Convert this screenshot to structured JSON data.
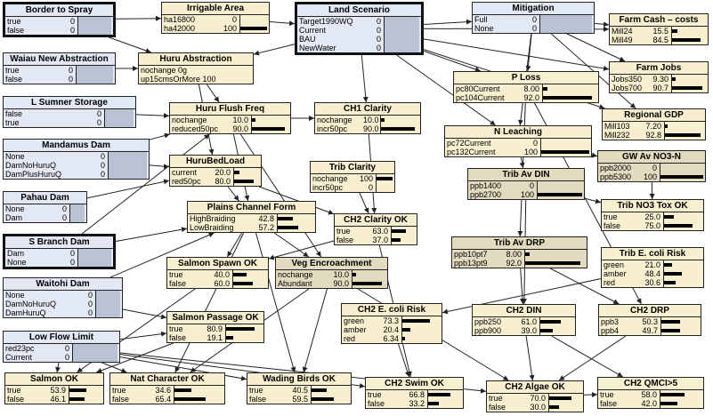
{
  "nodes": [
    {
      "id": "border",
      "title": "Border to Spray",
      "kind": "decision",
      "thick": true,
      "states": [
        {
          "label": "true",
          "value": "0"
        },
        {
          "label": "false",
          "value": "0"
        }
      ]
    },
    {
      "id": "irrigable",
      "title": "Irrigable Area",
      "kind": "chance",
      "states": [
        {
          "label": "ha16800",
          "value": "0"
        },
        {
          "label": "ha42000",
          "value": "100"
        }
      ]
    },
    {
      "id": "landscen",
      "title": "Land Scenario",
      "kind": "decision",
      "thick": true,
      "states": [
        {
          "label": "Target1990WQ",
          "value": "0"
        },
        {
          "label": "Current",
          "value": "0"
        },
        {
          "label": "BAU",
          "value": "0"
        },
        {
          "label": "NewWater",
          "value": "0"
        }
      ]
    },
    {
      "id": "mitigation",
      "title": "Mitigation",
      "kind": "decision",
      "states": [
        {
          "label": "Full",
          "value": "0"
        },
        {
          "label": "None",
          "value": "0"
        }
      ]
    },
    {
      "id": "farmcash",
      "title": "Farm Cash – costs",
      "kind": "chance",
      "states": [
        {
          "label": "Mill24",
          "value": "15.5"
        },
        {
          "label": "Mill49",
          "value": "84.5"
        }
      ]
    },
    {
      "id": "waiau",
      "title": "Waiau New Abstraction",
      "kind": "decision",
      "states": [
        {
          "label": "true",
          "value": "0"
        },
        {
          "label": "false",
          "value": "0"
        }
      ]
    },
    {
      "id": "huruabs",
      "title": "Huru Abstraction",
      "kind": "chance",
      "states": [
        {
          "label": "nochange  0g",
          "value": ""
        },
        {
          "label": "up15cmsOrMore 100",
          "value": ""
        }
      ]
    },
    {
      "id": "farmjobs",
      "title": "Farm Jobs",
      "kind": "chance",
      "states": [
        {
          "label": "Jobs350",
          "value": "9.30"
        },
        {
          "label": "Jobs700",
          "value": "90.7"
        }
      ]
    },
    {
      "id": "ploss",
      "title": "P Loss",
      "kind": "chance",
      "states": [
        {
          "label": "pc80Current",
          "value": "8.00"
        },
        {
          "label": "pc104Current",
          "value": "92.0"
        }
      ]
    },
    {
      "id": "lsumner",
      "title": "L Sumner Storage",
      "kind": "decision",
      "states": [
        {
          "label": "false",
          "value": "0"
        },
        {
          "label": "true",
          "value": "0"
        }
      ]
    },
    {
      "id": "huruflush",
      "title": "Huru Flush Freq",
      "kind": "chance",
      "states": [
        {
          "label": "nochange",
          "value": "10.0"
        },
        {
          "label": "reduced50pc",
          "value": "90.0"
        }
      ]
    },
    {
      "id": "ch1clarity",
      "title": "CH1 Clarity",
      "kind": "chance",
      "states": [
        {
          "label": "nochange",
          "value": "10.0"
        },
        {
          "label": "incr50pc",
          "value": "90.0"
        }
      ]
    },
    {
      "id": "regionalgdp",
      "title": "Regional GDP",
      "kind": "chance",
      "states": [
        {
          "label": "Mill103",
          "value": "7.20"
        },
        {
          "label": "Mill232",
          "value": "92.8"
        }
      ]
    },
    {
      "id": "nleach",
      "title": "N Leaching",
      "kind": "chance",
      "states": [
        {
          "label": "pc72Current",
          "value": "0"
        },
        {
          "label": "pc132Current",
          "value": "100"
        }
      ]
    },
    {
      "id": "mandamus",
      "title": "Mandamus Dam",
      "kind": "decision",
      "states": [
        {
          "label": "None",
          "value": "0"
        },
        {
          "label": "DamNoHuruQ",
          "value": "0"
        },
        {
          "label": "DamPlusHuruQ",
          "value": "0"
        }
      ]
    },
    {
      "id": "hurubed",
      "title": "HuruBedLoad",
      "kind": "chance",
      "states": [
        {
          "label": "current",
          "value": "20.0"
        },
        {
          "label": "red50pc",
          "value": "80.0"
        }
      ]
    },
    {
      "id": "tribclarity",
      "title": "Trib Clarity",
      "kind": "chance",
      "states": [
        {
          "label": "nochange",
          "value": "100"
        },
        {
          "label": "incr50pc",
          "value": "0"
        }
      ]
    },
    {
      "id": "gwavno3",
      "title": "GW Av NO3-N",
      "kind": "shade",
      "states": [
        {
          "label": "ppb2000",
          "value": "0"
        },
        {
          "label": "ppb5300",
          "value": "100"
        }
      ]
    },
    {
      "id": "tribavdin",
      "title": "Trib Av DIN",
      "kind": "shade",
      "states": [
        {
          "label": "ppb1400",
          "value": "0"
        },
        {
          "label": "ppb2700",
          "value": "100"
        }
      ]
    },
    {
      "id": "pahau",
      "title": "Pahau Dam",
      "kind": "decision",
      "states": [
        {
          "label": "None",
          "value": "0"
        },
        {
          "label": "Dam",
          "value": "0"
        }
      ]
    },
    {
      "id": "plains",
      "title": "Plains Channel Form",
      "kind": "chance",
      "states": [
        {
          "label": "HighBraiding",
          "value": "42.8"
        },
        {
          "label": "LowBraiding",
          "value": "57.2"
        }
      ]
    },
    {
      "id": "tribno3",
      "title": "Trib NO3 Tox OK",
      "kind": "chance",
      "states": [
        {
          "label": "true",
          "value": "25.0"
        },
        {
          "label": "false",
          "value": "75.0"
        }
      ]
    },
    {
      "id": "ch2clarity",
      "title": "CH2 Clarity OK",
      "kind": "chance",
      "states": [
        {
          "label": "true",
          "value": "63.0"
        },
        {
          "label": "false",
          "value": "37.0"
        }
      ]
    },
    {
      "id": "sbranch",
      "title": "S Branch Dam",
      "kind": "decision",
      "thick": true,
      "states": [
        {
          "label": "Dam",
          "value": "0"
        },
        {
          "label": "None",
          "value": "0"
        }
      ]
    },
    {
      "id": "tribavdrp",
      "title": "Trib Av DRP",
      "kind": "shade",
      "states": [
        {
          "label": "ppb10pt7",
          "value": "8.00"
        },
        {
          "label": "ppb13pt9",
          "value": "92.0"
        }
      ]
    },
    {
      "id": "tribecoli",
      "title": "Trib E. coli Risk",
      "kind": "chance",
      "states": [
        {
          "label": "green",
          "value": "21.0"
        },
        {
          "label": "amber",
          "value": "48.4"
        },
        {
          "label": "red",
          "value": "30.6"
        }
      ]
    },
    {
      "id": "salmonspawn",
      "title": "Salmon Spawn OK",
      "kind": "chance",
      "states": [
        {
          "label": "true",
          "value": "40.0"
        },
        {
          "label": "false",
          "value": "60.0"
        }
      ]
    },
    {
      "id": "vegenc",
      "title": "Veg Encroachment",
      "kind": "shade",
      "states": [
        {
          "label": "nochange",
          "value": "10.0"
        },
        {
          "label": "Abundant",
          "value": "90.0"
        }
      ]
    },
    {
      "id": "waitohi",
      "title": "Waitohi Dam",
      "kind": "decision",
      "states": [
        {
          "label": "None",
          "value": "0"
        },
        {
          "label": "DamNoHuruQ",
          "value": "0"
        },
        {
          "label": "DamHuruQ",
          "value": "0"
        }
      ]
    },
    {
      "id": "ch2ecoli",
      "title": "CH2 E. coli Risk",
      "kind": "chance",
      "states": [
        {
          "label": "green",
          "value": "73.3"
        },
        {
          "label": "amber",
          "value": "20.4"
        },
        {
          "label": "red",
          "value": "6.34"
        }
      ]
    },
    {
      "id": "ch2din",
      "title": "CH2 DIN",
      "kind": "chance",
      "states": [
        {
          "label": "ppb250",
          "value": "61.0"
        },
        {
          "label": "ppb900",
          "value": "39.0"
        }
      ]
    },
    {
      "id": "ch2drp",
      "title": "CH2 DRP",
      "kind": "chance",
      "states": [
        {
          "label": "ppb3",
          "value": "50.3"
        },
        {
          "label": "ppb4",
          "value": "49.7"
        }
      ]
    },
    {
      "id": "salmonpass",
      "title": "Salmon Passage OK",
      "kind": "chance",
      "states": [
        {
          "label": "true",
          "value": "80.9"
        },
        {
          "label": "false",
          "value": "19.1"
        }
      ]
    },
    {
      "id": "lowflow",
      "title": "Low Flow Limit",
      "kind": "decision",
      "states": [
        {
          "label": "red23pc",
          "value": "0"
        },
        {
          "label": "Current",
          "value": "0"
        }
      ]
    },
    {
      "id": "salmonok",
      "title": "Salmon OK",
      "kind": "chance",
      "states": [
        {
          "label": "true",
          "value": "53.9"
        },
        {
          "label": "false",
          "value": "46.1"
        }
      ]
    },
    {
      "id": "natchar",
      "title": "Nat Character OK",
      "kind": "chance",
      "states": [
        {
          "label": "true",
          "value": "34.6"
        },
        {
          "label": "false",
          "value": "65.4"
        }
      ]
    },
    {
      "id": "wading",
      "title": "Wading Birds OK",
      "kind": "chance",
      "states": [
        {
          "label": "true",
          "value": "40.5"
        },
        {
          "label": "false",
          "value": "59.5"
        }
      ]
    },
    {
      "id": "ch2swim",
      "title": "CH2 Swim OK",
      "kind": "chance",
      "states": [
        {
          "label": "true",
          "value": "66.8"
        },
        {
          "label": "false",
          "value": "33.2"
        }
      ]
    },
    {
      "id": "ch2algae",
      "title": "CH2 Algae OK",
      "kind": "chance",
      "states": [
        {
          "label": "true",
          "value": "70.0"
        },
        {
          "label": "false",
          "value": "30.0"
        }
      ]
    },
    {
      "id": "ch2qmci",
      "title": "CH2 QMCI>5",
      "kind": "chance",
      "states": [
        {
          "label": "true",
          "value": "58.0"
        },
        {
          "label": "false",
          "value": "42.0"
        }
      ]
    }
  ]
}
